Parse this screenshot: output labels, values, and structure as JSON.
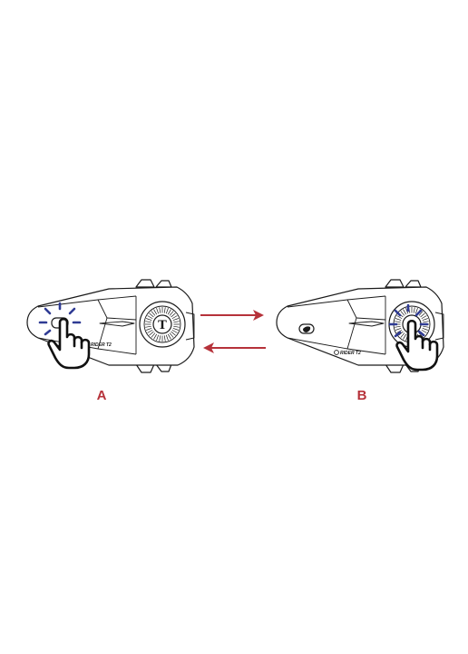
{
  "colors": {
    "arrow": "#b6323a",
    "label": "#b6323a",
    "flash": "#2f3b94",
    "outline": "#1a1a1a"
  },
  "devices": [
    {
      "id": "A",
      "label": "A",
      "brand": "RIDER T2",
      "dial_letter": "T",
      "pressed_button": "front-button",
      "icons": [
        "flash-rays",
        "pointing-hand-icon"
      ]
    },
    {
      "id": "B",
      "label": "B",
      "brand": "RIDER T2",
      "pressed_button": "dial-center-button",
      "icons": [
        "flash-rays",
        "pointing-hand-icon"
      ]
    }
  ],
  "arrows": [
    {
      "direction": "right",
      "from": "A",
      "to": "B"
    },
    {
      "direction": "left",
      "from": "B",
      "to": "A"
    }
  ]
}
